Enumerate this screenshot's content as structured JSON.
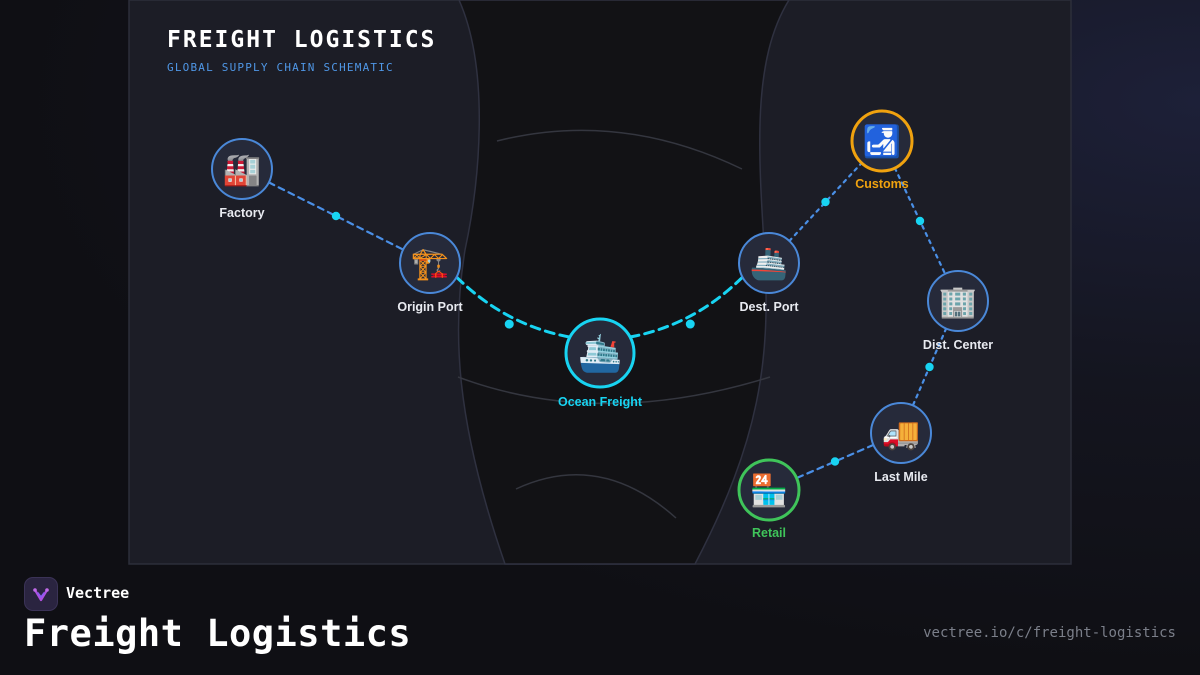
{
  "header": {
    "title": "FREIGHT LOGISTICS",
    "subtitle": "GLOBAL SUPPLY CHAIN SCHEMATIC"
  },
  "colors": {
    "node_border_default": "#4a88d8",
    "route_line": "#4a8fe6",
    "ocean_route": "#18d4f2",
    "accent_cyan": "#18d4f2",
    "accent_orange": "#f0a20f",
    "accent_green": "#3fc45a",
    "node_fill": "#262a3a",
    "panel_fill": "#1c1d26"
  },
  "nodes": [
    {
      "id": "factory",
      "label": "Factory",
      "icon": "factory-icon",
      "emoji": "🏭",
      "status": "default"
    },
    {
      "id": "origin_port",
      "label": "Origin Port",
      "icon": "crane-icon",
      "emoji": "🏗️",
      "status": "default"
    },
    {
      "id": "ocean_freight",
      "label": "Ocean Freight",
      "icon": "ship-icon",
      "emoji": "🛳️",
      "status": "highlight"
    },
    {
      "id": "dest_port",
      "label": "Dest. Port",
      "icon": "ship-icon",
      "emoji": "🚢",
      "status": "default"
    },
    {
      "id": "customs",
      "label": "Customs",
      "icon": "customs-icon",
      "emoji": "🛃",
      "status": "warning"
    },
    {
      "id": "dist_center",
      "label": "Dist. Center",
      "icon": "office-building-icon",
      "emoji": "🏢",
      "status": "default"
    },
    {
      "id": "last_mile",
      "label": "Last Mile",
      "icon": "delivery-truck-icon",
      "emoji": "🚚",
      "status": "default"
    },
    {
      "id": "retail",
      "label": "Retail",
      "icon": "convenience-store-icon",
      "emoji": "🏪",
      "status": "success"
    }
  ],
  "edges": [
    {
      "from": "factory",
      "to": "origin_port",
      "style": "dashed"
    },
    {
      "from": "origin_port",
      "to": "ocean_freight",
      "style": "ocean"
    },
    {
      "from": "ocean_freight",
      "to": "dest_port",
      "style": "ocean"
    },
    {
      "from": "dest_port",
      "to": "customs",
      "style": "dotted"
    },
    {
      "from": "customs",
      "to": "dist_center",
      "style": "dotted"
    },
    {
      "from": "dist_center",
      "to": "last_mile",
      "style": "dotted"
    },
    {
      "from": "last_mile",
      "to": "retail",
      "style": "dashed"
    }
  ],
  "footer": {
    "brand": "Vectree",
    "title": "Freight Logistics",
    "url": "vectree.io/c/freight-logistics",
    "logo_icon": "vectree-logo-icon"
  }
}
